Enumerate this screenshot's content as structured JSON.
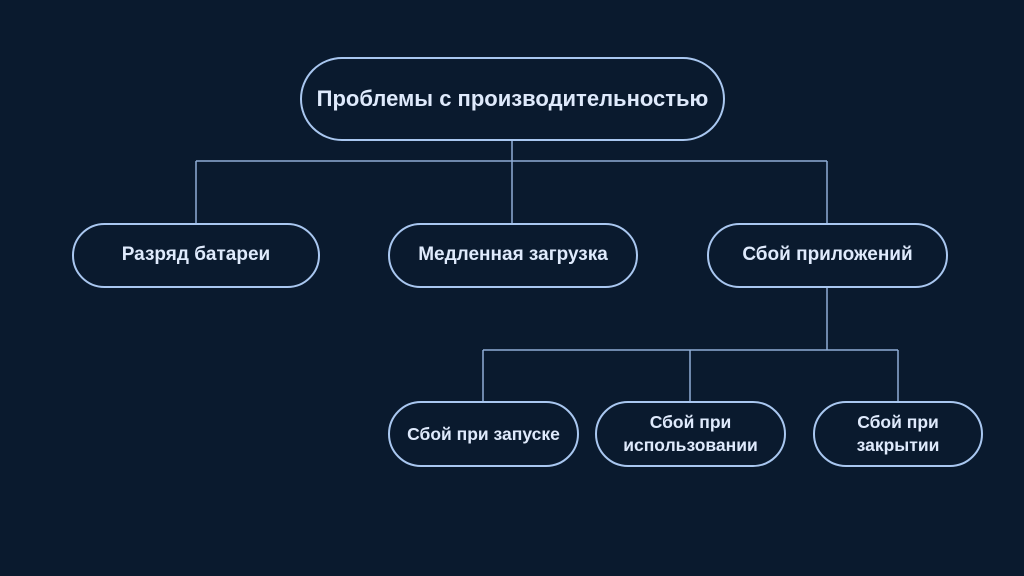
{
  "colors": {
    "background": "#0a1a2e",
    "node_border": "#a9c7f0",
    "node_text": "#dfeafc",
    "connector": "#8fadd6"
  },
  "diagram": {
    "type": "tree",
    "root": {
      "label": "Проблемы с производительностью"
    },
    "level1": [
      {
        "label": "Разряд батареи",
        "parent": "root"
      },
      {
        "label": "Медленная загрузка",
        "parent": "root"
      },
      {
        "label": "Сбой приложений",
        "parent": "root"
      }
    ],
    "level2": [
      {
        "label": "Сбой при запуске",
        "parent": "Сбой приложений"
      },
      {
        "label": "Сбой при использовании",
        "parent": "Сбой приложений"
      },
      {
        "label": "Сбой при закрытии",
        "parent": "Сбой приложений"
      }
    ]
  }
}
